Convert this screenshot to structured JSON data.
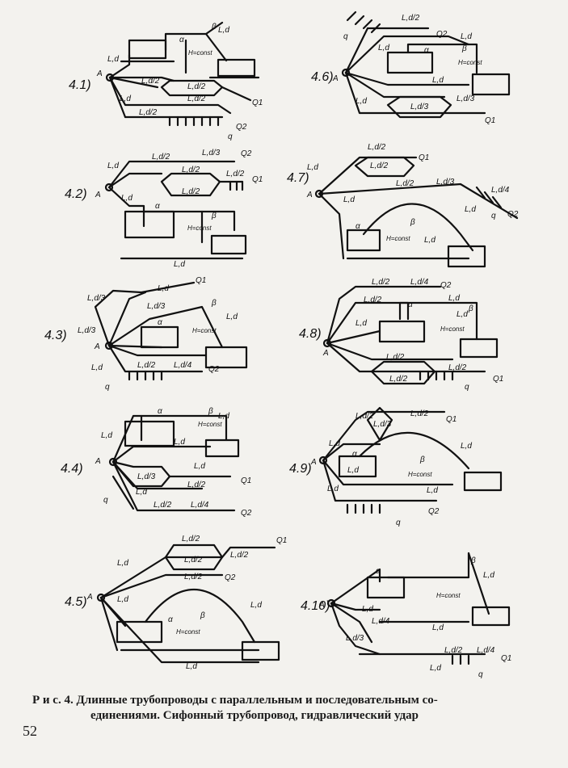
{
  "figures": [
    {
      "id": "4.1)",
      "labels": [
        "L,d",
        "L,d/2",
        "L,d/2",
        "L,d/2",
        "L,d",
        "L,d/2",
        "L,d",
        "H=const",
        "A",
        "β",
        "α",
        "Q1",
        "Q2",
        "q"
      ]
    },
    {
      "id": "4.2)",
      "labels": [
        "L,d",
        "L,d/2",
        "L,d/3",
        "L,d/2",
        "L,d/2",
        "L,d/2",
        "L,d",
        "L,d",
        "H=const",
        "A",
        "α",
        "β",
        "Q2",
        "Q1"
      ]
    },
    {
      "id": "4.3)",
      "labels": [
        "L,d/3",
        "L,d",
        "L,d/3",
        "L,d/3",
        "L,d",
        "L,d",
        "L,d/2",
        "L,d/4",
        "H=const",
        "A",
        "α",
        "β",
        "Q1",
        "Q2",
        "q"
      ]
    },
    {
      "id": "4.4)",
      "labels": [
        "L,d",
        "L,d",
        "L,d",
        "L,d/3",
        "L,d/2",
        "L,d",
        "L,d",
        "L,d/2",
        "L,d/4",
        "H=const",
        "A",
        "α",
        "β",
        "Q1",
        "Q2",
        "q"
      ]
    },
    {
      "id": "4.5)",
      "labels": [
        "L,d",
        "L,d/2",
        "L,d/2",
        "L,d/2",
        "L,d/2",
        "L,d",
        "L,d",
        "L,d",
        "H=const",
        "A",
        "α",
        "β",
        "Q1",
        "Q2"
      ]
    },
    {
      "id": "4.6)",
      "labels": [
        "L,d/2",
        "L,d",
        "L,d",
        "L,d/3",
        "L,d/3",
        "L,d",
        "L,d",
        "H=const",
        "A",
        "α",
        "β",
        "Q1",
        "Q2",
        "q"
      ]
    },
    {
      "id": "4.7)",
      "labels": [
        "L,d",
        "L,d/2",
        "L,d/2",
        "L,d/2",
        "L,d/3",
        "L,d/4",
        "L,d",
        "L,d",
        "L,d",
        "H=const",
        "A",
        "α",
        "β",
        "Q1",
        "Q2",
        "q"
      ]
    },
    {
      "id": "4.8)",
      "labels": [
        "L,d/2",
        "L,d/4",
        "L,d/2",
        "L,d",
        "L,d",
        "L,d",
        "L,d/2",
        "L,d/2",
        "L,d/2",
        "H=const",
        "A",
        "α",
        "β",
        "Q1",
        "Q2",
        "q"
      ]
    },
    {
      "id": "4.9)",
      "labels": [
        "L,d/2",
        "L,d/3",
        "L,d/2",
        "L,d",
        "L,d",
        "L,d",
        "L,d",
        "L,d",
        "H=const",
        "A",
        "α",
        "β",
        "Q1",
        "Q2",
        "q"
      ]
    },
    {
      "id": "4.10)",
      "labels": [
        "L,d",
        "L,d",
        "L,d/3",
        "L,d",
        "L,d/4",
        "L,d/2",
        "L,d/4",
        "L,d",
        "H=const",
        "A",
        "α",
        "β",
        "Q1",
        "q"
      ]
    }
  ],
  "caption": {
    "line1": "Р и с. 4. Длинные трубопроводы с параллельным и последовательным со-",
    "line2": "единениями. Сифонный трубопровод, гидравлический удар"
  },
  "page_number": "52"
}
